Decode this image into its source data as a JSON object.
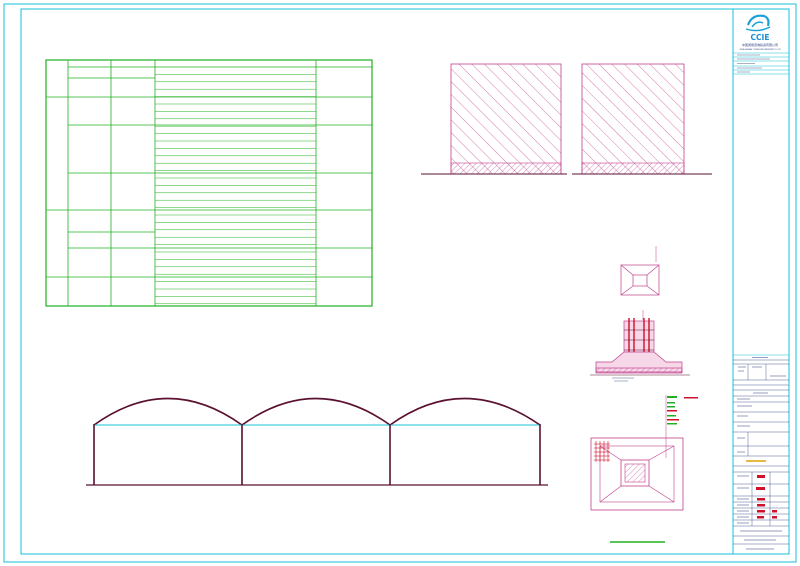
{
  "title_block": {
    "logo_text": "CCIE",
    "company_cn": "中国通用咨询投资有限公司",
    "company_en": "CHINA GENERAL CONSULTING INVESTMENT CO.,LTD"
  },
  "colors": {
    "frame": "#16c0d8",
    "table": "#22b022",
    "hatch": "#c0408c",
    "greenhouse": "#5a1030",
    "eave": "#18c4d4",
    "title_block_text": "#2a3a7a",
    "stamp_red": "#d0102a"
  }
}
